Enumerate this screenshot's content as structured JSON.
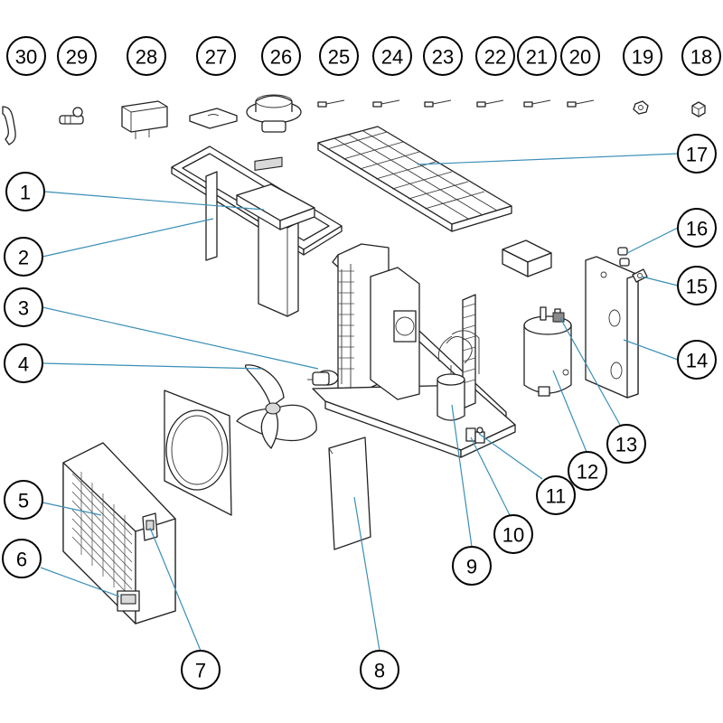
{
  "colors": {
    "leader": "#3a8fb7",
    "outline": "#222222",
    "background": "#ffffff"
  },
  "callouts": [
    {
      "label": "1"
    },
    {
      "label": "2"
    },
    {
      "label": "3"
    },
    {
      "label": "4"
    },
    {
      "label": "5"
    },
    {
      "label": "6"
    },
    {
      "label": "7"
    },
    {
      "label": "8"
    },
    {
      "label": "9"
    },
    {
      "label": "10"
    },
    {
      "label": "11"
    },
    {
      "label": "12"
    },
    {
      "label": "13"
    },
    {
      "label": "14"
    },
    {
      "label": "15"
    },
    {
      "label": "16"
    },
    {
      "label": "17"
    },
    {
      "label": "18"
    },
    {
      "label": "19"
    },
    {
      "label": "20"
    },
    {
      "label": "21"
    },
    {
      "label": "22"
    },
    {
      "label": "23"
    },
    {
      "label": "24"
    },
    {
      "label": "25"
    },
    {
      "label": "26"
    },
    {
      "label": "27"
    },
    {
      "label": "28"
    },
    {
      "label": "29"
    },
    {
      "label": "30"
    }
  ]
}
